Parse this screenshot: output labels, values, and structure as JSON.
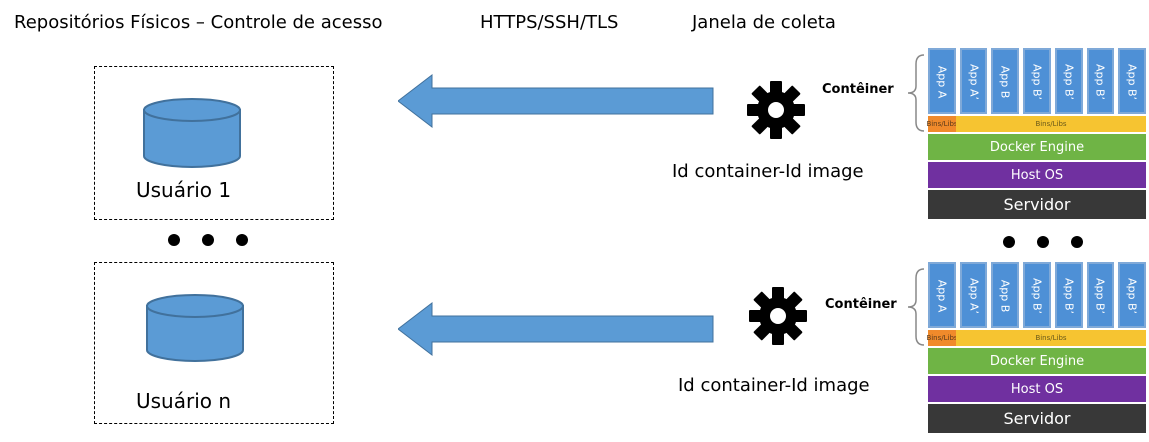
{
  "header": {
    "title": "Repositórios Físicos – Controle de acesso",
    "protocols": "HTTPS/SSH/TLS",
    "collection_window": "Janela de coleta"
  },
  "users": [
    {
      "label": "Usuário 1"
    },
    {
      "label": "Usuário n"
    }
  ],
  "collectors": [
    {
      "id_text": "Id container-Id image"
    },
    {
      "id_text": "Id container-Id image"
    }
  ],
  "servers": [
    {
      "container_label": "Contêiner",
      "apps": [
        "App A",
        "App A’",
        "App B",
        "App B’",
        "App B’",
        "App B’",
        "App B’"
      ],
      "bins_a": "Bins/Libs",
      "bins_b": "Bins/Libs",
      "engine": "Docker Engine",
      "os": "Host OS",
      "server": "Servidor"
    },
    {
      "container_label": "Contêiner",
      "apps": [
        "App A",
        "App A’",
        "App B",
        "App B’",
        "App B’",
        "App B’",
        "App B’"
      ],
      "bins_a": "Bins/Libs",
      "bins_b": "Bins/Libs",
      "engine": "Docker Engine",
      "os": "Host OS",
      "server": "Servidor"
    }
  ],
  "colors": {
    "arrow": "#5b9bd5",
    "database": "#5b9bd5",
    "app": "#4e90d6",
    "bins_a": "#f08a2b",
    "bins_b": "#f6c431",
    "docker_engine": "#6fb445",
    "host_os": "#7030a0",
    "server": "#383838"
  },
  "icons": {
    "database": "database-icon",
    "gear": "gear-icon",
    "arrow": "arrow-left-icon"
  }
}
